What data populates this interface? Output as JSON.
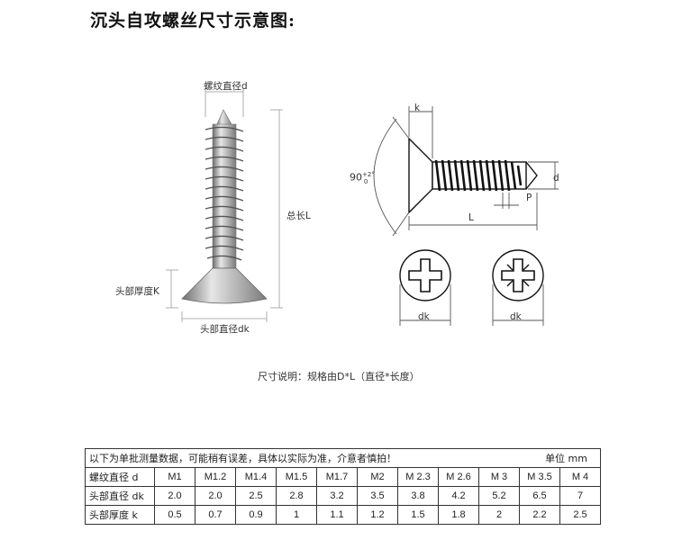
{
  "title": "沉头自攻螺丝尺寸示意图:",
  "photo_labels": {
    "thread_diameter": "螺纹直径d",
    "total_length": "总长L",
    "head_thickness": "头部厚度K",
    "head_diameter": "头部直径dk"
  },
  "diagram_labels": {
    "k": "k",
    "angle": "90",
    "angle_tol_upper": "+2°",
    "angle_tol_lower": "0",
    "d": "d",
    "L": "L",
    "P": "P",
    "dk_left": "dk",
    "dk_right": "dk"
  },
  "note": "尺寸说明：规格由D*L（直径*长度）",
  "table": {
    "header": "以下为单批测量数据，可能稍有误差，具体以实际为准，介意者慎拍！",
    "unit": "单位 mm",
    "rows": [
      {
        "label": "螺纹直径 d",
        "values": [
          "M1",
          "M1.2",
          "M1.4",
          "M1.5",
          "M1.7",
          "M2",
          "M 2.3",
          "M 2.6",
          "M 3",
          "M 3.5",
          "M 4"
        ]
      },
      {
        "label": "头部直径 dk",
        "values": [
          "2.0",
          "2.0",
          "2.5",
          "2.8",
          "3.2",
          "3.5",
          "3.8",
          "4.2",
          "5.2",
          "6.5",
          "7"
        ]
      },
      {
        "label": "头部厚度 k",
        "values": [
          "0.5",
          "0.7",
          "0.9",
          "1",
          "1.1",
          "1.2",
          "1.5",
          "1.8",
          "2",
          "2.2",
          "2.5"
        ]
      }
    ]
  }
}
